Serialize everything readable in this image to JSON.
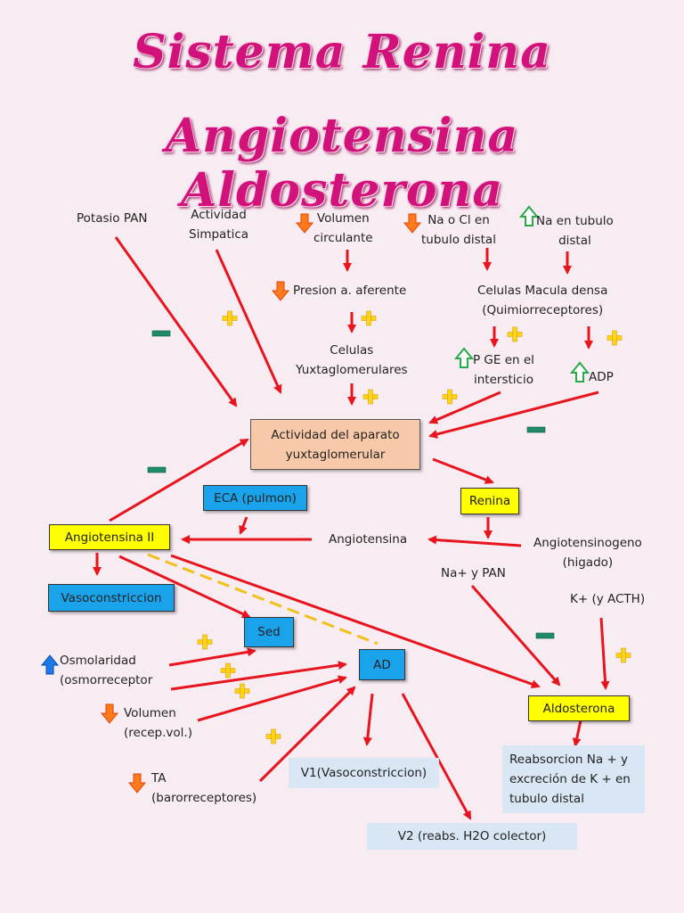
{
  "title": {
    "line1": "Sistema Renina",
    "line2": "Angiotensina Aldosterona"
  },
  "labels": {
    "potasio": "Potasio PAN",
    "actividad_simpatica": "Actividad\nSimpatica",
    "volumen_circulante": "Volumen\ncirculante",
    "na_cl": "Na o Cl en\ntubulo distal",
    "na_tubulo": "Na en tubulo\ndistal",
    "presion": "Presion a. aferente",
    "macula": "Celulas Macula densa\n(Quimiorreceptores)",
    "yuxtaglomerulares": "Celulas\nYuxtaglomerulares",
    "pge": "P GE en el\nintersticio",
    "adp": "ADP",
    "angiotensina": "Angiotensina",
    "angiotensinogeno": "Angiotensinogeno\n(higado)",
    "na_pan": "Na+ y PAN",
    "k_acth": "K+ (y ACTH)",
    "osmolaridad": "Osmolaridad\n(osmorreceptor",
    "volumen": "Volumen\n(recep.vol.)",
    "ta": "TA\n(barorreceptores)"
  },
  "boxes": {
    "aparato": "Actividad del aparato\nyuxtaglomerular",
    "renina": "Renina",
    "eca": "ECA (pulmon)",
    "angiotensina_ii": "Angiotensina II",
    "vasoconstriccion": "Vasoconstriccion",
    "sed": "Sed",
    "ad": "AD",
    "aldosterona": "Aldosterona",
    "v1": "V1(Vasoconstriccion)",
    "v2": "V2 (reabs. H2O colector)",
    "reabsorcion": "Reabsorcion Na + y\nexcreción de K + en\ntubulo distal"
  },
  "colors": {
    "arrow": "#e8141e",
    "plus": "#ffd21a",
    "minus": "#1f8a6a",
    "title": "#d1127a",
    "down_icon": "orange-down-arrow-icon",
    "up_icon": "green-up-arrow-icon"
  }
}
